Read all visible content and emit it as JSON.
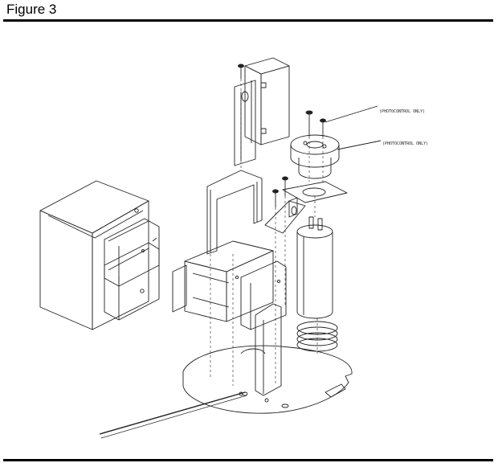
{
  "figure": {
    "title": "Figure 3"
  },
  "callouts": {
    "photocontrol_upper": "(PHOTOCONTROL ONLY)",
    "photocontrol_lower": "(PHOTOCONTROL ONLY)"
  }
}
